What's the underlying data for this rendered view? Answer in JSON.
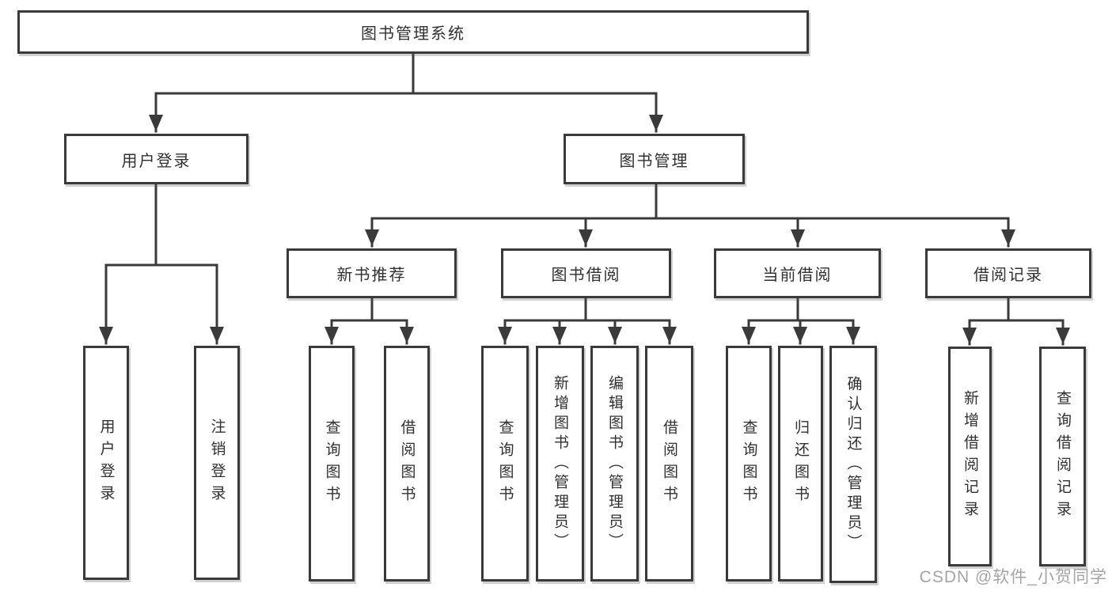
{
  "diagram": {
    "type": "tree",
    "watermark": "CSDN @软件_小贺同学",
    "colors": {
      "background": "#ffffff",
      "line": "#3a3a3a",
      "box_border": "#3a3a3a",
      "box_fill": "#ffffff",
      "text": "#303030",
      "watermark": "#9b9b9b"
    },
    "tree": {
      "label": "图书管理系统",
      "children": [
        {
          "label": "用户登录",
          "children": [
            {
              "label": "用户登录"
            },
            {
              "label": "注销登录"
            }
          ]
        },
        {
          "label": "图书管理",
          "children": [
            {
              "label": "新书推荐",
              "children": [
                {
                  "label": "查询图书"
                },
                {
                  "label": "借阅图书"
                }
              ]
            },
            {
              "label": "图书借阅",
              "children": [
                {
                  "label": "查询图书"
                },
                {
                  "label": "新增图书（管理员）"
                },
                {
                  "label": "编辑图书（管理员）"
                },
                {
                  "label": "借阅图书"
                }
              ]
            },
            {
              "label": "当前借阅",
              "children": [
                {
                  "label": "查询图书"
                },
                {
                  "label": "归还图书"
                },
                {
                  "label": "确认归还（管理员）"
                }
              ]
            },
            {
              "label": "借阅记录",
              "children": [
                {
                  "label": "新增借阅记录"
                },
                {
                  "label": "查询借阅记录"
                }
              ]
            }
          ]
        }
      ]
    }
  }
}
